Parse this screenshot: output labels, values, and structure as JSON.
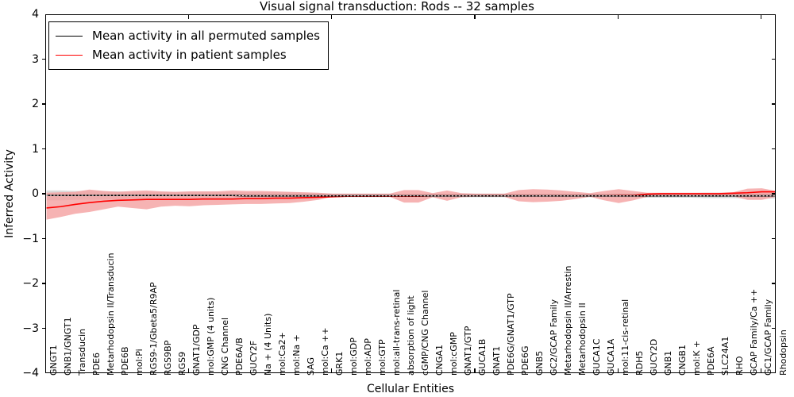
{
  "chart_data": {
    "type": "line",
    "title": "Visual signal transduction: Rods -- 32 samples",
    "xlabel": "Cellular Entities",
    "ylabel": "Inferred Activity",
    "ylim": [
      -4,
      4
    ],
    "yticks": [
      4,
      3,
      2,
      1,
      0,
      -1,
      -2,
      -3,
      -4
    ],
    "grid": false,
    "legend_position": "upper left",
    "legend": [
      {
        "label": "Mean activity in all permuted samples",
        "color": "#000000"
      },
      {
        "label": "Mean activity in patient samples",
        "color": "#ff0000"
      }
    ],
    "categories": [
      "GNGT1",
      "GNB1/GNGT1",
      "Transducin",
      "PDE6",
      "Metarhodopsin II/Transducin",
      "PDE6B",
      "mol:Pi",
      "RGS9-1/Gbeta5/R9AP",
      "RGS9BP",
      "RGS9",
      "GNAT1/GDP",
      "mol:GMP (4 units)",
      "CNG Channel",
      "PDE6A/B",
      "GUCY2F",
      "Na + (4 Units)",
      "mol:Ca2+",
      "mol:Na +",
      "SAG",
      "mol:Ca ++",
      "GRK1",
      "mol:GDP",
      "mol:ADP",
      "mol:GTP",
      "mol:all-trans-retinal",
      "absorption of light",
      "cGMP/CNG Channel",
      "CNGA1",
      "mol:cGMP",
      "GNAT1/GTP",
      "GUCA1B",
      "GNAT1",
      "PDE6G/GNAT1/GTP",
      "PDE6G",
      "GNB5",
      "GC2/GCAP Family",
      "Metarhodopsin II/Arrestin",
      "Metarhodopsin II",
      "GUCA1C",
      "GUCA1A",
      "mol:11-cis-retinal",
      "RDH5",
      "GUCY2D",
      "GNB1",
      "CNGB1",
      "mol:K +",
      "PDE6A",
      "SLC24A1",
      "RHO",
      "GCAP Family/Ca ++",
      "GC1/GCAP Family",
      "Rhodopsin"
    ],
    "series": [
      {
        "name": "Mean activity in all permuted samples",
        "color": "#000000",
        "style": "dotted-on-solid",
        "values": [
          -0.02,
          -0.02,
          -0.02,
          -0.02,
          -0.02,
          -0.02,
          -0.02,
          -0.02,
          -0.02,
          -0.02,
          -0.02,
          -0.02,
          -0.02,
          -0.02,
          -0.03,
          -0.03,
          -0.03,
          -0.03,
          -0.03,
          -0.03,
          -0.03,
          -0.03,
          -0.03,
          -0.03,
          -0.03,
          -0.03,
          -0.03,
          -0.03,
          -0.03,
          -0.03,
          -0.03,
          -0.03,
          -0.03,
          -0.03,
          -0.03,
          -0.03,
          -0.03,
          -0.03,
          -0.03,
          -0.03,
          -0.03,
          -0.03,
          -0.03,
          -0.03,
          -0.03,
          -0.03,
          -0.03,
          -0.03,
          -0.03,
          -0.03,
          -0.03,
          -0.03
        ],
        "band_lower": [
          -0.13,
          -0.13,
          -0.12,
          -0.12,
          -0.11,
          -0.11,
          -0.1,
          -0.1,
          -0.1,
          -0.1,
          -0.1,
          -0.1,
          -0.1,
          -0.09,
          -0.09,
          -0.09,
          -0.09,
          -0.09,
          -0.08,
          -0.07,
          -0.06,
          -0.06,
          -0.06,
          -0.06,
          -0.06,
          -0.06,
          -0.06,
          -0.06,
          -0.06,
          -0.06,
          -0.06,
          -0.06,
          -0.06,
          -0.06,
          -0.06,
          -0.06,
          -0.06,
          -0.06,
          -0.06,
          -0.06,
          -0.07,
          -0.07,
          -0.07,
          -0.07,
          -0.07,
          -0.07,
          -0.08,
          -0.08,
          -0.08,
          -0.09,
          -0.09,
          -0.09
        ],
        "band_upper": [
          0.09,
          0.09,
          0.08,
          0.08,
          0.07,
          0.07,
          0.06,
          0.06,
          0.06,
          0.06,
          0.06,
          0.06,
          0.06,
          0.05,
          0.05,
          0.05,
          0.05,
          0.05,
          0.04,
          0.03,
          0.02,
          0.02,
          0.02,
          0.02,
          0.02,
          0.02,
          0.02,
          0.02,
          0.02,
          0.02,
          0.02,
          0.02,
          0.02,
          0.02,
          0.02,
          0.02,
          0.02,
          0.02,
          0.02,
          0.02,
          0.03,
          0.03,
          0.03,
          0.03,
          0.03,
          0.03,
          0.04,
          0.04,
          0.04,
          0.05,
          0.05,
          0.05
        ],
        "band_color": "#d9d9d9"
      },
      {
        "name": "Mean activity in patient samples",
        "color": "#ff0000",
        "style": "solid",
        "values": [
          -0.3,
          -0.27,
          -0.22,
          -0.18,
          -0.15,
          -0.13,
          -0.12,
          -0.11,
          -0.11,
          -0.11,
          -0.11,
          -0.1,
          -0.1,
          -0.1,
          -0.09,
          -0.09,
          -0.08,
          -0.08,
          -0.07,
          -0.06,
          -0.05,
          -0.04,
          -0.04,
          -0.04,
          -0.04,
          -0.04,
          -0.04,
          -0.03,
          -0.03,
          -0.03,
          -0.03,
          -0.03,
          -0.03,
          -0.03,
          -0.03,
          -0.03,
          -0.03,
          -0.03,
          -0.03,
          -0.03,
          -0.02,
          -0.02,
          0.01,
          0.02,
          0.02,
          0.02,
          0.02,
          0.02,
          0.03,
          0.04,
          0.06,
          0.06
        ],
        "band_lower": [
          -0.56,
          -0.5,
          -0.43,
          -0.39,
          -0.33,
          -0.27,
          -0.3,
          -0.33,
          -0.27,
          -0.25,
          -0.26,
          -0.24,
          -0.23,
          -0.22,
          -0.21,
          -0.21,
          -0.2,
          -0.19,
          -0.16,
          -0.12,
          -0.05,
          -0.05,
          -0.05,
          -0.05,
          -0.05,
          -0.18,
          -0.18,
          -0.06,
          -0.14,
          -0.06,
          -0.05,
          -0.05,
          -0.05,
          -0.15,
          -0.17,
          -0.16,
          -0.14,
          -0.1,
          -0.05,
          -0.13,
          -0.19,
          -0.13,
          -0.05,
          -0.04,
          -0.04,
          -0.04,
          -0.04,
          -0.04,
          -0.04,
          -0.12,
          -0.12,
          -0.05
        ],
        "band_upper": [
          0.04,
          0.05,
          0.06,
          0.11,
          0.08,
          0.06,
          0.08,
          0.09,
          0.07,
          0.06,
          0.07,
          0.07,
          0.07,
          0.09,
          0.08,
          0.08,
          0.07,
          0.06,
          0.05,
          0.04,
          0.02,
          0.02,
          0.02,
          0.02,
          0.02,
          0.1,
          0.1,
          0.03,
          0.09,
          0.03,
          0.02,
          0.02,
          0.02,
          0.1,
          0.12,
          0.11,
          0.09,
          0.06,
          0.03,
          0.08,
          0.12,
          0.08,
          0.04,
          0.04,
          0.04,
          0.04,
          0.04,
          0.04,
          0.05,
          0.13,
          0.14,
          0.08
        ],
        "band_color": "#f4a0a0"
      }
    ]
  }
}
